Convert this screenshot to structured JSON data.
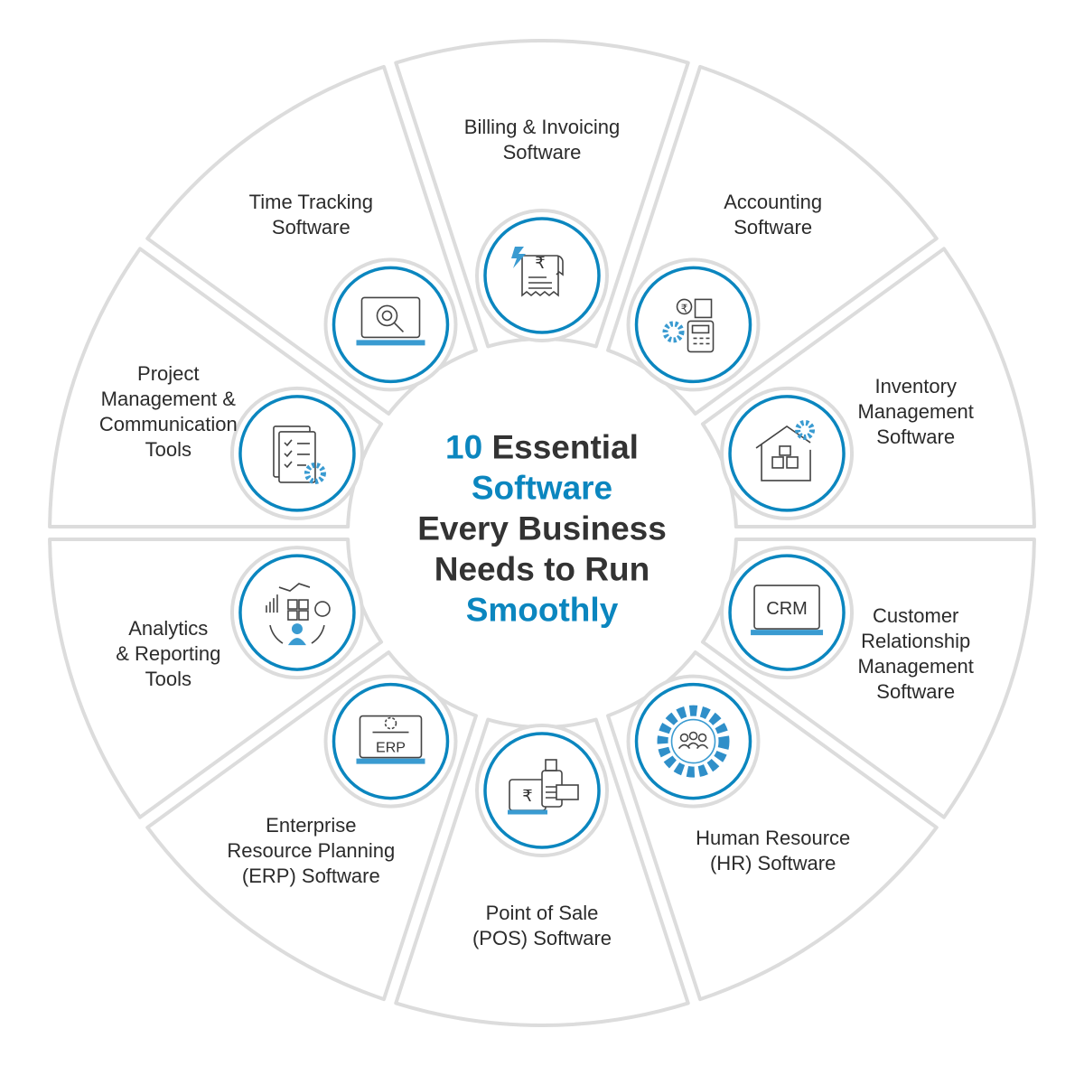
{
  "title": {
    "number": "10",
    "word1": "Essential",
    "line2": "Software",
    "line3": "Every Business",
    "line4": "Needs to Run",
    "line5": "Smoothly"
  },
  "colors": {
    "accent": "#0b86bf",
    "accent_light": "#4fb3e3",
    "segment_border": "#dcdcdc",
    "text": "#2b2b2b",
    "icon_stroke": "#444444"
  },
  "items": [
    {
      "label": "Billing & Invoicing\nSoftware",
      "icon": "receipt-icon",
      "icon_text": "₹"
    },
    {
      "label": "Accounting\nSoftware",
      "icon": "calculator-icon",
      "icon_text": "₹"
    },
    {
      "label": "Inventory\nManagement\nSoftware",
      "icon": "warehouse-icon"
    },
    {
      "label": "Customer\nRelationship\nManagement\nSoftware",
      "icon": "crm-laptop-icon",
      "icon_text": "CRM"
    },
    {
      "label": "Human Resource\n(HR) Software",
      "icon": "people-gear-icon"
    },
    {
      "label": "Point of Sale\n(POS) Software",
      "icon": "pos-terminal-icon",
      "icon_text": "₹"
    },
    {
      "label": "Enterprise\nResource Planning\n(ERP) Software",
      "icon": "erp-laptop-icon",
      "icon_text": "ERP"
    },
    {
      "label": "Analytics\n& Reporting\nTools",
      "icon": "analytics-icon"
    },
    {
      "label": "Project\nManagement &\nCommunication\nTools",
      "icon": "checklist-icon"
    },
    {
      "label": "Time Tracking\nSoftware",
      "icon": "time-search-laptop-icon"
    }
  ]
}
